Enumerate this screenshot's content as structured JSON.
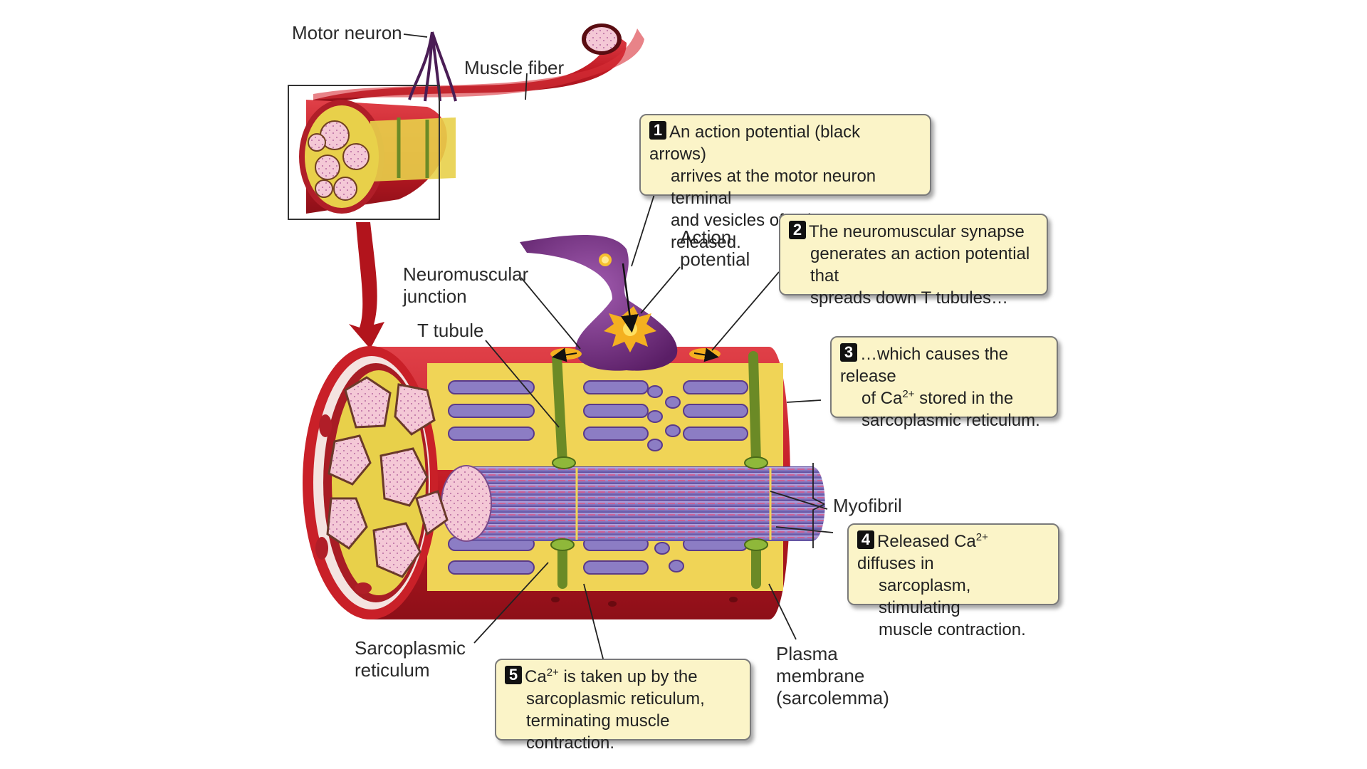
{
  "labels": {
    "motor_neuron": "Motor neuron",
    "muscle_fiber": "Muscle fiber",
    "action_potential_1": "Action",
    "action_potential_2": "potential",
    "nmj_1": "Neuromuscular",
    "nmj_2": "junction",
    "t_tubule": "T tubule",
    "myofibril": "Myofibril",
    "sr_1": "Sarcoplasmic",
    "sr_2": "reticulum",
    "pm_1": "Plasma",
    "pm_2": "membrane",
    "pm_3": "(sarcolemma)"
  },
  "callouts": [
    {
      "number": "1",
      "lines": [
        "An action potential (black arrows)",
        "arrives at the motor neuron terminal",
        "and vesicles of Ach are released."
      ]
    },
    {
      "number": "2",
      "lines": [
        "The neuromuscular synapse",
        "generates an action potential that",
        "spreads down T tubules…"
      ]
    },
    {
      "number": "3",
      "line1": "…which causes the release",
      "line2_pre": "of Ca",
      "line2_sup": "2+",
      "line2_post": " stored in the",
      "line3": "sarcoplasmic reticulum."
    },
    {
      "number": "4",
      "line1_pre": "Released Ca",
      "line1_sup": "2+",
      "line1_post": " diffuses in",
      "line2": "sarcoplasm, stimulating",
      "line3": "muscle contraction."
    },
    {
      "number": "5",
      "line1_pre": "Ca",
      "line1_sup": "2+",
      "line1_post": " is taken up by the",
      "line2": "sarcoplasmic reticulum,",
      "line3": "terminating muscle contraction."
    }
  ],
  "colors": {
    "muscle_red": "#c8202a",
    "sr_yellow": "#f2d55a",
    "myofibril_purple": "#8a78c0",
    "nucleus_pink": "#f2c2d2",
    "neuron_purple": "#6c2d78",
    "t_tubule_green": "#7aa02e",
    "callout_fill": "#fbf4c8"
  }
}
